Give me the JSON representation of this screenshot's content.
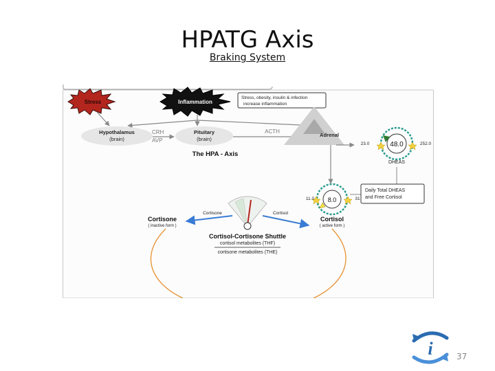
{
  "slide": {
    "title": "HPATG Axis",
    "subtitle": "Braking System",
    "page_number": "37"
  },
  "diagram": {
    "stress": "Stress",
    "inflammation": "Inflammation",
    "note_line1": "Stress, obesity, insulin & infection",
    "note_line2": "increase inflammation",
    "hypothalamus": "Hypothalamus",
    "hypothalamus_sub": "(brain)",
    "pituitary": "Pituitary",
    "pituitary_sub": "(brain)",
    "crh": "CRH",
    "avp": "AVP",
    "acth": "ACTH",
    "adrenal": "Adrenal",
    "hpa_axis": "The HPA - Axis",
    "dheas_value": "48.0",
    "dheas_min": "23.0",
    "dheas_max": "252.0",
    "dheas_label": "DHEAS",
    "cortisol_value": "8.0",
    "cortisol_min": "11.0",
    "cortisol_max": "31",
    "daily_line1": "Daily Total DHEAS",
    "daily_line2": "and Free Cortisol",
    "cortisone": "Cortisone",
    "cortisone_sub": "( inactive form )",
    "cortisol": "Cortisol",
    "cortisol_sub": "( active form )",
    "gauge_left": "Cortisone",
    "gauge_right": "Cortisol",
    "shuttle": "Cortisol-Cortisone Shuttle",
    "thf": "cortisol metabolites (THF)",
    "the": "cortisone metabolites (THE)"
  },
  "colors": {
    "stress_red": "#b3261e",
    "arrow_blue": "#3a7bd5",
    "curve_orange": "#e8973c",
    "gauge_teal": "#2a9d8f",
    "gauge_green": "#2e7d32"
  },
  "icons": [
    "info-icon",
    "cycle-arrows-icon"
  ]
}
